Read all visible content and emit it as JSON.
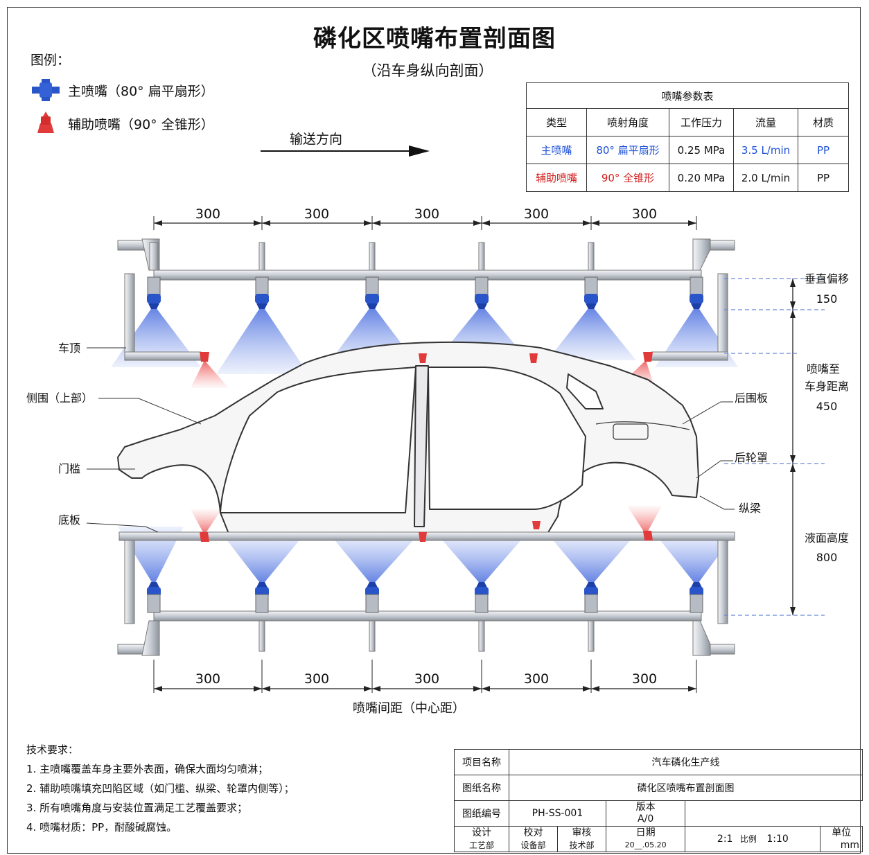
{
  "title": "磷化区喷嘴布置剖面图",
  "subtitle": "（沿车身纵向剖面）",
  "legend": {
    "title": "图例：",
    "main_nozzle": "主喷嘴（80° 扁平扇形）",
    "aux_nozzle": "辅助喷嘴（90° 全锥形）"
  },
  "flow_direction": "输送方向",
  "param_table": {
    "caption": "喷嘴参数表",
    "headers": [
      "类型",
      "喷射角度",
      "工作压力",
      "流量",
      "材质"
    ],
    "rows": [
      {
        "type": "主喷嘴",
        "angle": "80° 扁平扇形",
        "pressure": "0.25 MPa",
        "flow": "3.5 L/min",
        "material": "PP"
      },
      {
        "type": "辅助喷嘴",
        "angle": "90° 全锥形",
        "pressure": "0.20 MPa",
        "flow": "2.0 L/min",
        "material": "PP"
      }
    ]
  },
  "dimensions": {
    "top_spacing": [
      "300",
      "300",
      "300",
      "300",
      "300"
    ],
    "bottom_spacing": [
      "300",
      "300",
      "300",
      "300",
      "300"
    ],
    "spacing_caption": "喷嘴间距（中心距）",
    "vertical_offset_label": "垂直偏移",
    "vertical_offset_value": "150",
    "nozzle_to_body_label_1": "喷嘴至",
    "nozzle_to_body_label_2": "车身距离",
    "nozzle_to_body_value": "450",
    "liquid_height_label": "液面高度",
    "liquid_height_value": "800"
  },
  "part_labels": {
    "roof": "车顶",
    "side_upper": "侧围（上部）",
    "sill": "门槛",
    "floor": "底板",
    "rear_panel": "后围板",
    "rear_wheelhouse": "后轮罩",
    "longitudinal": "纵梁"
  },
  "tech_requirements": {
    "title": "技术要求：",
    "items": [
      "1. 主喷嘴覆盖车身主要外表面，确保大面均匀喷淋；",
      "2. 辅助喷嘴填充凹陷区域（如门槛、纵梁、轮罩内侧等）；",
      "3. 所有喷嘴角度与安装位置满足工艺覆盖要求；",
      "4. 喷嘴材质：PP，耐酸碱腐蚀。"
    ]
  },
  "title_block": {
    "project_label": "项目名称",
    "project_value": "汽车磷化生产线",
    "drawing_name_label": "图纸名称",
    "drawing_name_value": "磷化区喷嘴布置剖面图",
    "drawing_no_label": "图纸编号",
    "drawing_no_value": "PH-SS-001",
    "version_label": "版本",
    "version_value": "A/0",
    "design_label": "设计",
    "check_label": "校对",
    "review_label": "审核",
    "date_label": "日期",
    "scale_value_left": "2:1",
    "scale_label": "比例",
    "scale_value": "1:10",
    "unit_label": "单位",
    "unit_value": "mm",
    "design_dept": "工艺部",
    "check_dept": "设备部",
    "review_dept": "技术部",
    "date_value": "20__.05.20"
  },
  "colors": {
    "main_nozzle": "#2a55c9",
    "aux_nozzle": "#e03a3a",
    "pipe": "#c9cdd4",
    "spray_main": "#5577e0",
    "spray_aux": "#f07a7a"
  }
}
